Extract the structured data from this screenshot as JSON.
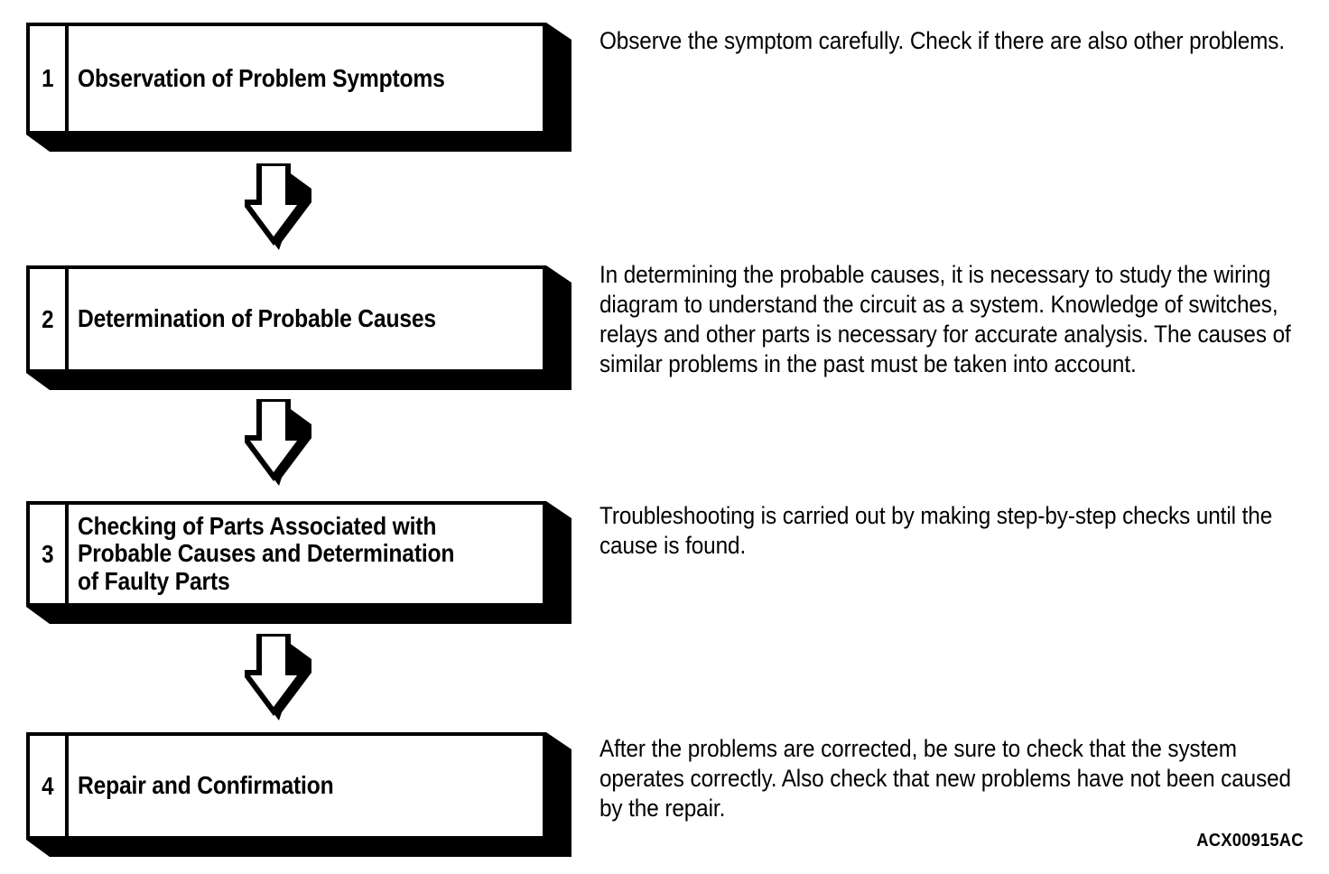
{
  "document": {
    "type": "troubleshooting-procedure-flowchart",
    "reference_code": "ACX00915AC"
  },
  "steps": [
    {
      "number": "1",
      "title": "Observation of Problem Symptoms",
      "description": "Observe the symptom carefully. Check if there are also other problems."
    },
    {
      "number": "2",
      "title": "Determination of Probable Causes",
      "description": "In determining the probable causes, it is necessary to study the wiring diagram to understand the circuit as a system. Knowledge of switches, relays and other parts is necessary for accurate analysis. The causes of similar problems in the past must be taken into account."
    },
    {
      "number": "3",
      "title": "Checking of Parts Associated with\nProbable Causes and Determination\nof Faulty Parts",
      "description": "Troubleshooting is carried out by making step-by-step checks until the cause is found."
    },
    {
      "number": "4",
      "title": "Repair and Confirmation",
      "description": "After the problems are corrected, be sure to check that the system operates correctly. Also check that new problems have not been caused by the repair."
    }
  ],
  "connectors": [
    {
      "name": "arrow-step-1-to-2"
    },
    {
      "name": "arrow-step-2-to-3"
    },
    {
      "name": "arrow-step-3-to-4"
    }
  ],
  "colors": {
    "ink": "#000000",
    "paper": "#ffffff"
  }
}
